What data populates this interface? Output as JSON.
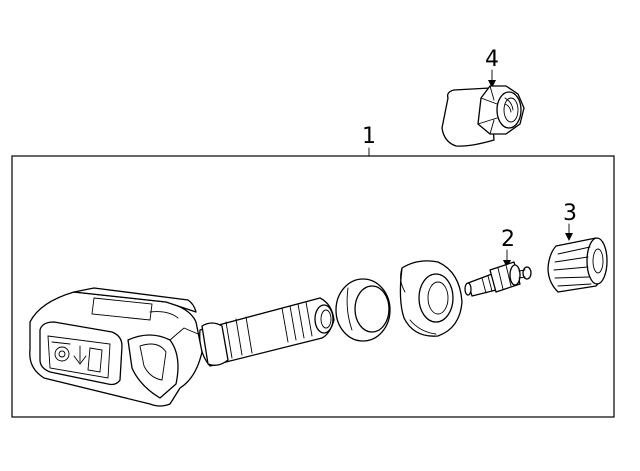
{
  "diagram": {
    "callouts": [
      {
        "id": "1",
        "label": "1"
      },
      {
        "id": "2",
        "label": "2"
      },
      {
        "id": "3",
        "label": "3"
      },
      {
        "id": "4",
        "label": "4"
      }
    ],
    "parts": [
      {
        "callout": "1",
        "icon": "tpms-sensor-assembly-icon"
      },
      {
        "callout": "2",
        "icon": "valve-core-icon"
      },
      {
        "callout": "3",
        "icon": "valve-cap-icon"
      },
      {
        "callout": "4",
        "icon": "hex-nut-icon"
      }
    ],
    "colors": {
      "line": "#000000",
      "background": "#ffffff"
    }
  }
}
